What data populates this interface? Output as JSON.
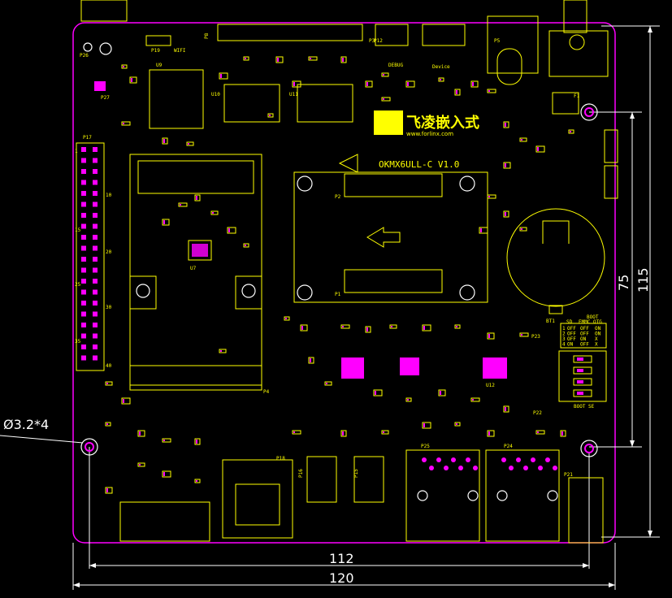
{
  "board": {
    "logo_text": "飞凌嵌入式",
    "logo_url": "www.forlinx.com",
    "board_name": "OKMX6ULL-C V1.0",
    "hole_callout": "Ø3.2*4"
  },
  "dimensions": {
    "width_inner": "112",
    "width_outer": "120",
    "height_inner": "75",
    "height_outer": "115"
  },
  "connectors": {
    "p17": "P17",
    "p17_pins": [
      "1",
      "10",
      "15",
      "20",
      "25",
      "30",
      "35",
      "40"
    ],
    "p4": "P4",
    "p8": "P8",
    "p1": "P1",
    "p2": "P2",
    "p3": "P3",
    "p5": "P5",
    "p12": "P12",
    "p15": "P15",
    "p16": "P16",
    "p18": "P18",
    "p19": "P19",
    "p21": "P21",
    "p22": "P22",
    "p23": "P23",
    "p24": "P24",
    "p25": "P25",
    "p26": "P26",
    "p27": "P27",
    "u7": "U7",
    "u9": "U9",
    "u10": "U10",
    "u11": "U11",
    "u12": "U12",
    "bt1": "BT1",
    "f1": "F1",
    "wifi": "WIFI",
    "debug": "DEBUG",
    "device": "Device"
  },
  "boot": {
    "title": "BOOT",
    "header": [
      "SD",
      "EMMC",
      "OTG"
    ],
    "rows": [
      [
        "1",
        "OFF",
        "OFF",
        "ON"
      ],
      [
        "2",
        "OFF",
        "OFF",
        "ON"
      ],
      [
        "3",
        "OFF",
        "ON",
        "X"
      ],
      [
        "4",
        "ON",
        "OFF",
        "X"
      ]
    ],
    "switch_label": "BOOT SE"
  },
  "colors": {
    "background": "#000000",
    "silkscreen": "#ffff00",
    "outline": "#ff00ff",
    "dimension": "#ffffff"
  }
}
